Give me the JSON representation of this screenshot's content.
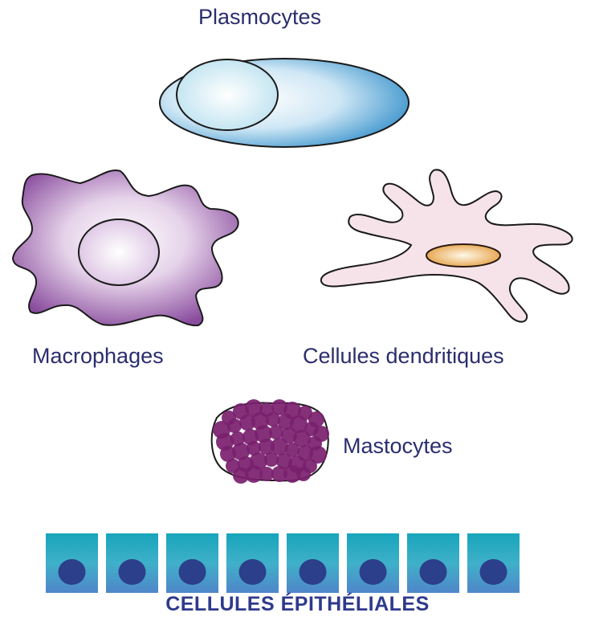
{
  "labels": {
    "plasmocytes": "Plasmocytes",
    "macrophages": "Macrophages",
    "dendritic": "Cellules dendritiques",
    "mastocytes": "Mastocytes",
    "epithelial": "CELLULES ÉPITHÉLIALES"
  },
  "colors": {
    "label_text": "#2a2e6e",
    "plasmocyte_blue": "#5aa6d6",
    "macrophage_purple": "#8a4d9e",
    "dendritic_pink": "#f6e3ea",
    "dendritic_nucleus": "#e8a64a",
    "mastocyte_granules": "#7a1f6e",
    "epithelial_teal": "#20a3b8",
    "epithelial_nucleus": "#2b3f8a"
  },
  "epithelium": {
    "cell_count": 8
  }
}
